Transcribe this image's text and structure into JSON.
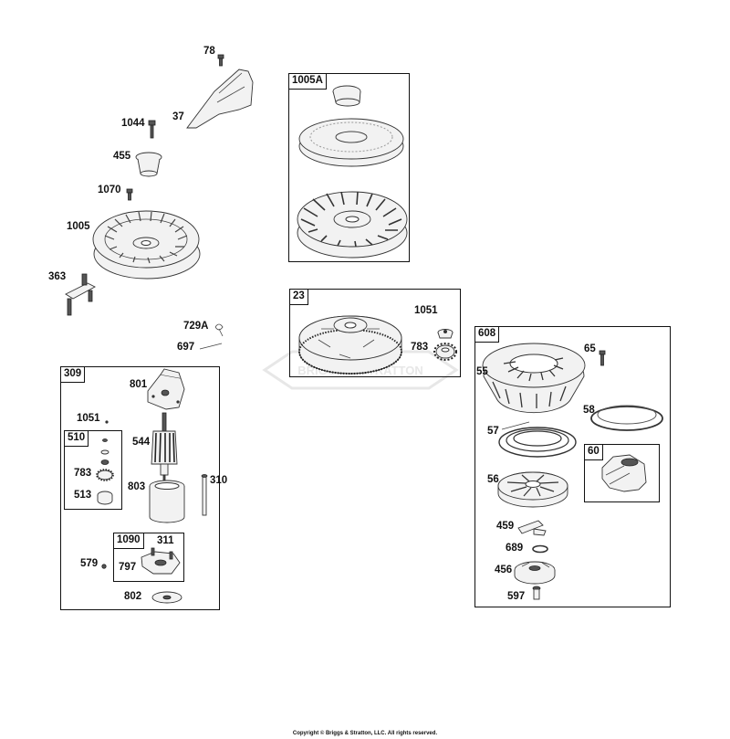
{
  "callouts": {
    "p78": "78",
    "p37": "37",
    "p1044": "1044",
    "p455": "455",
    "p1070": "1070",
    "p1005": "1005",
    "p363": "363",
    "p729a": "729A",
    "p697": "697",
    "b1005a": "1005A",
    "b23": "23",
    "p1051_top": "1051",
    "p783_top": "783",
    "b309": "309",
    "p801": "801",
    "p1051": "1051",
    "b510": "510",
    "p544": "544",
    "p783": "783",
    "p803": "803",
    "p310": "310",
    "p513": "513",
    "b1090": "1090",
    "p311": "311",
    "p797": "797",
    "p579": "579",
    "p802": "802",
    "b608": "608",
    "p65": "65",
    "p55": "55",
    "p58": "58",
    "p57": "57",
    "b60": "60",
    "p56": "56",
    "p459": "459",
    "p689": "689",
    "p456": "456",
    "p597": "597"
  },
  "watermark": "BRIGGS & STRATTON",
  "copyright": "Copyright © Briggs & Stratton, LLC. All rights reserved."
}
